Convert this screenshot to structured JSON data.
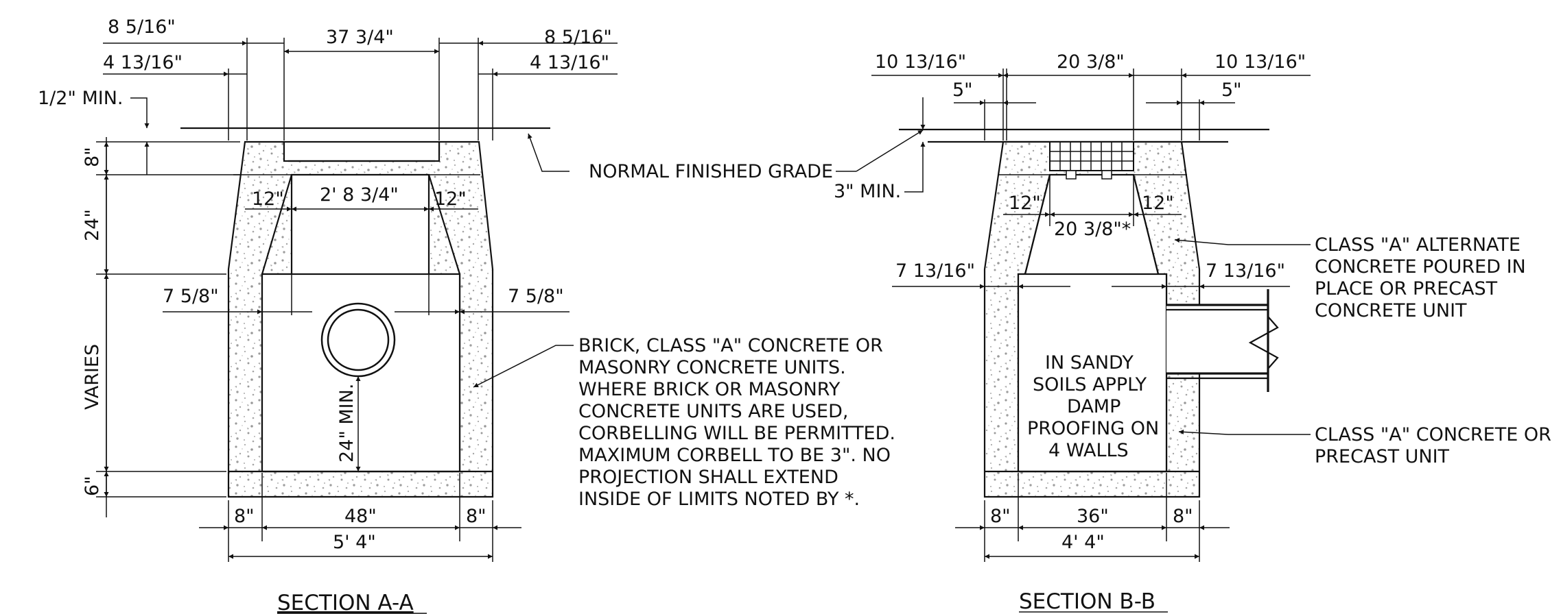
{
  "section_a": {
    "title": "SECTION A-A",
    "dims": {
      "top_left_outer": "8 5/16\"",
      "top_center": "37 3/4\"",
      "top_right_outer": "8 5/16\"",
      "top_left_inner": "4 13/16\"",
      "top_right_inner": "4 13/16\"",
      "half_min": "1/2\" MIN.",
      "h_8": "8\"",
      "h_24": "24\"",
      "h_varies": "VARIES",
      "h_6": "6\"",
      "cone_left": "12\"",
      "cone_center": "2' 8 3/4\"",
      "cone_right": "12\"",
      "wall_left": "7 5/8\"",
      "wall_right": "7 5/8\"",
      "pipe_min": "24\" MIN.",
      "bottom_left": "8\"",
      "bottom_center": "48\"",
      "bottom_right": "8\"",
      "overall": "5' 4\""
    },
    "grade_label": "NORMAL FINISHED GRADE",
    "brick_note": [
      "BRICK, CLASS \"A\" CONCRETE OR",
      "MASONRY CONCRETE UNITS.",
      "WHERE BRICK OR MASONRY",
      "CONCRETE UNITS ARE USED,",
      "CORBELLING WILL BE PERMITTED.",
      "MAXIMUM CORBELL TO BE 3\". NO",
      "PROJECTION SHALL EXTEND",
      "INSIDE OF LIMITS NOTED BY *."
    ]
  },
  "section_b": {
    "title": "SECTION B-B",
    "dims": {
      "top_left_outer": "10 13/16\"",
      "top_center": "20 3/8\"",
      "top_right_outer": "10 13/16\"",
      "top_left_inner": "5\"",
      "top_right_inner": "5\"",
      "three_min": "3\" MIN.",
      "cone_left": "12\"",
      "cone_center": "20 3/8\"*",
      "cone_right": "12\"",
      "wall_left": "7 13/16\"",
      "wall_right": "7 13/16\"",
      "bottom_left": "8\"",
      "bottom_center": "36\"",
      "bottom_right": "8\"",
      "overall": "4' 4\""
    },
    "interior_note": [
      "IN SANDY",
      "SOILS APPLY",
      "DAMP",
      "PROOFING ON",
      "4 WALLS"
    ],
    "alternate_note": [
      "CLASS \"A\" ALTERNATE",
      "CONCRETE POURED IN",
      "PLACE OR PRECAST",
      "CONCRETE UNIT"
    ],
    "precast_note": [
      "CLASS \"A\" CONCRETE OR",
      "PRECAST UNIT"
    ]
  },
  "colors": {
    "line": "#111111",
    "speckle": "#9a9a9a",
    "background": "#ffffff"
  }
}
